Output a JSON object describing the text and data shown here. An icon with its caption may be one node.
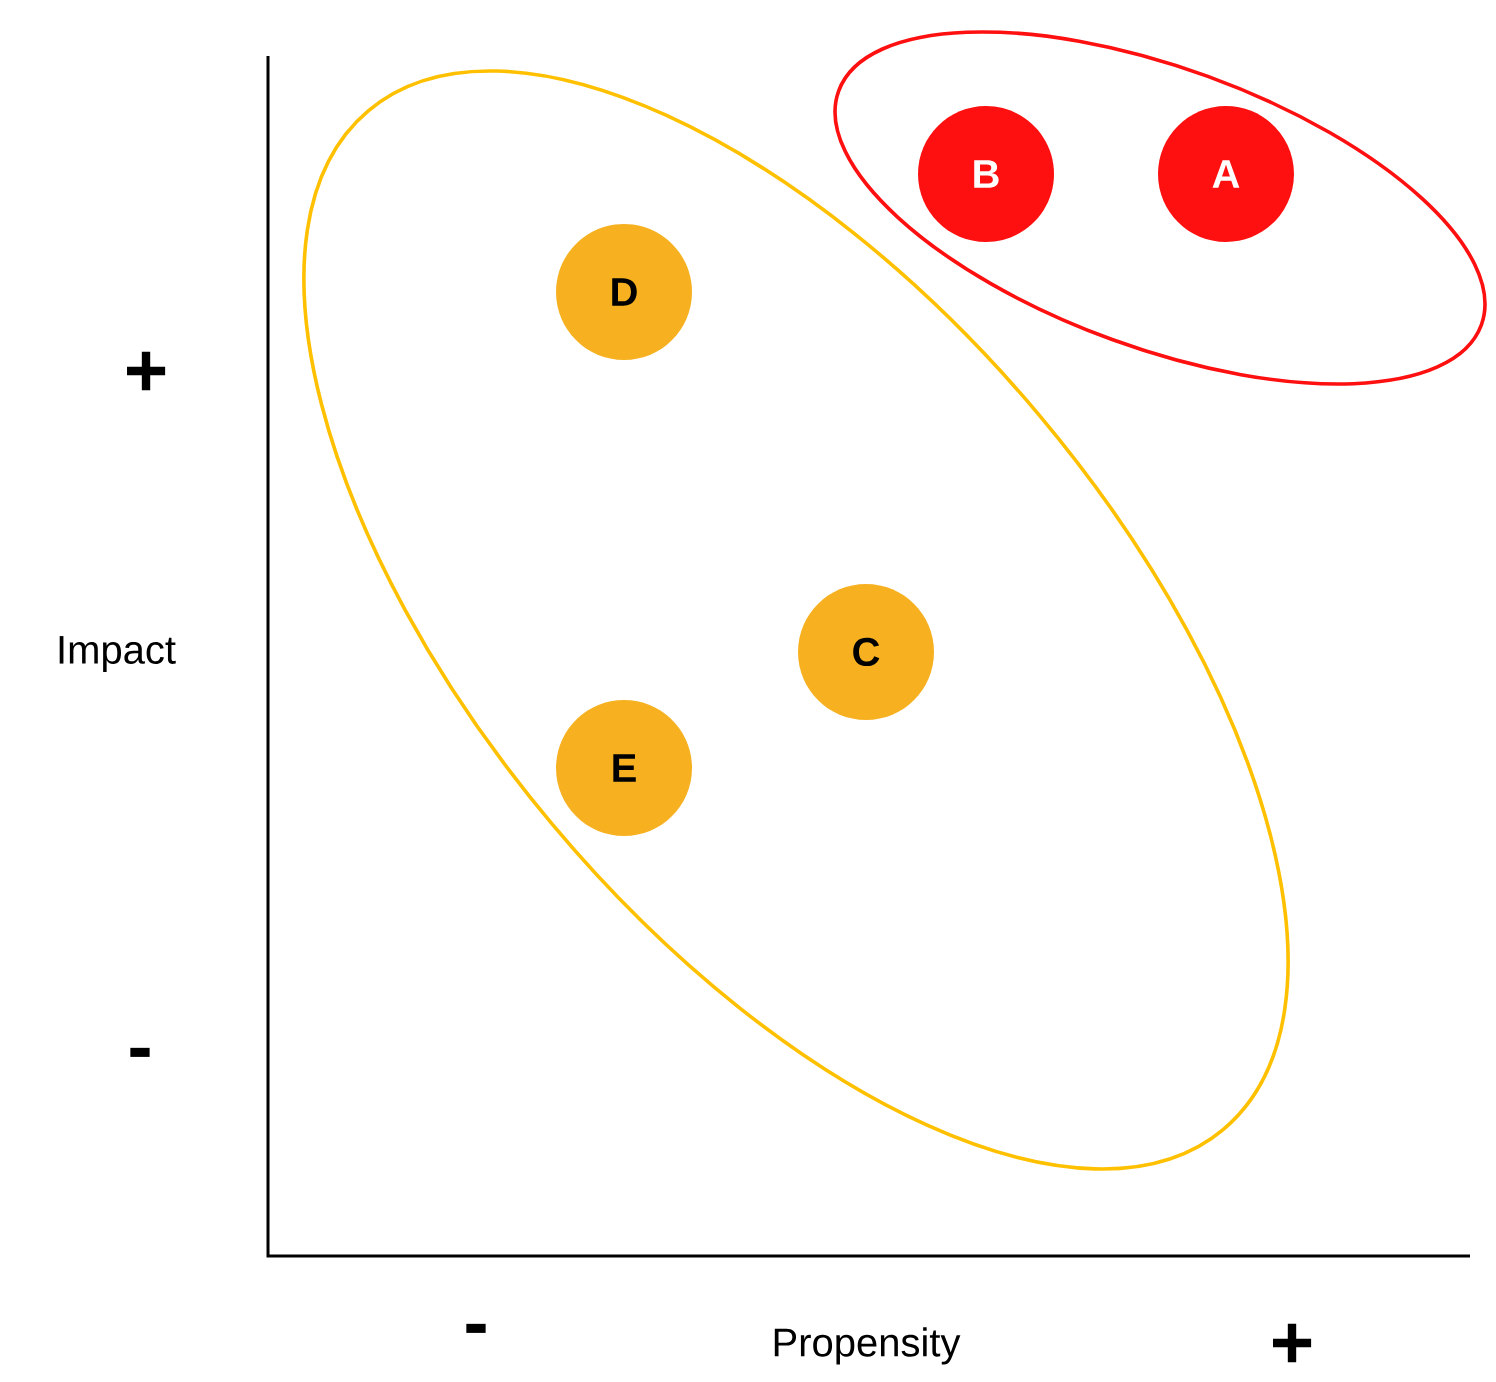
{
  "diagram": {
    "nodes": [
      {
        "text": [],
        "shape": "ellipse"
      },
      {
        "text": [
          "B"
        ],
        "in": 0
      },
      {
        "text": [
          "A"
        ],
        "in": 0
      },
      {
        "text": [],
        "shape": "ellipse"
      },
      {
        "text": [
          "D"
        ],
        "in": 3
      },
      {
        "text": [
          "C"
        ],
        "in": 3
      },
      {
        "text": [
          "E"
        ],
        "in": 3
      }
    ],
    "labels": [
      "+",
      "Impact",
      "-",
      "-",
      "Propensity",
      "+"
    ]
  }
}
